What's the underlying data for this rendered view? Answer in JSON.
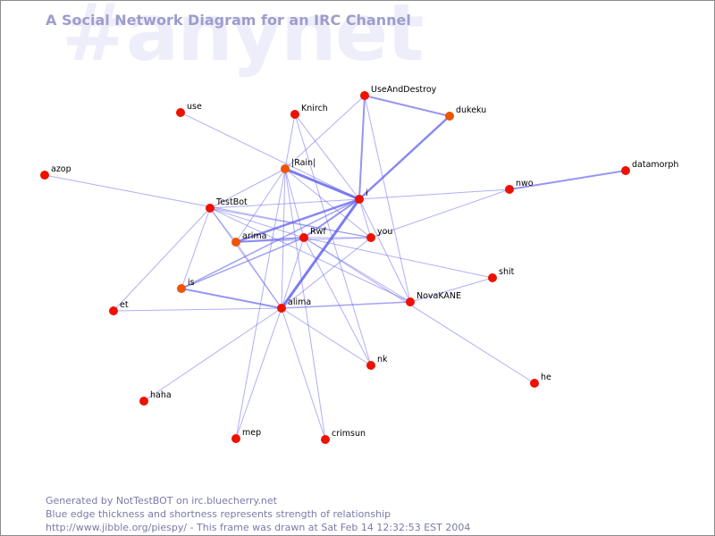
{
  "watermark": "#anynet",
  "title": "A Social Network Diagram for an IRC Channel",
  "footer": {
    "line1": "Generated by NotTestBOT on irc.bluecherry.net",
    "line2": "Blue edge thickness and shortness represents strength of relationship",
    "line3": "http://www.jibble.org/piespy/ - This frame was drawn at Sat Feb 14 12:32:53 EST 2004"
  },
  "colors": {
    "node": "#ee1100",
    "node_alt": "#ee5500",
    "edge": "#6666ee",
    "title": "#9d9dcc",
    "watermark": "#eeeefb"
  },
  "nodes": [
    {
      "id": "UseAndDestroy",
      "label": "UseAndDestroy"
    },
    {
      "id": "dukeku",
      "label": "dukeku",
      "alt": true
    },
    {
      "id": "Knirch",
      "label": "Knirch"
    },
    {
      "id": "use",
      "label": "use"
    },
    {
      "id": "azop",
      "label": "azop"
    },
    {
      "id": "Rain",
      "label": "|Rain|",
      "alt": true
    },
    {
      "id": "datamorph",
      "label": "datamorph"
    },
    {
      "id": "nwo",
      "label": "nwo"
    },
    {
      "id": "TestBot",
      "label": "TestBot"
    },
    {
      "id": "i",
      "label": "i"
    },
    {
      "id": "arima",
      "label": "arima",
      "alt": true
    },
    {
      "id": "Rwf",
      "label": "Rwf"
    },
    {
      "id": "you",
      "label": "you"
    },
    {
      "id": "shit",
      "label": "shit"
    },
    {
      "id": "is",
      "label": "is",
      "alt": true
    },
    {
      "id": "et",
      "label": "et"
    },
    {
      "id": "alima",
      "label": "alima"
    },
    {
      "id": "NovaKANE",
      "label": "NovaKANE"
    },
    {
      "id": "nk",
      "label": "nk"
    },
    {
      "id": "he",
      "label": "he"
    },
    {
      "id": "haha",
      "label": "haha"
    },
    {
      "id": "mep",
      "label": "mep"
    },
    {
      "id": "crimsun",
      "label": "crimsun"
    }
  ],
  "edges": [
    {
      "a": "i",
      "b": "Rain",
      "w": 3
    },
    {
      "a": "i",
      "b": "alima",
      "w": 3
    },
    {
      "a": "i",
      "b": "dukeku",
      "w": 2.5
    },
    {
      "a": "i",
      "b": "UseAndDestroy",
      "w": 2
    },
    {
      "a": "i",
      "b": "arima",
      "w": 2.5
    },
    {
      "a": "i",
      "b": "Rwf",
      "w": 2
    },
    {
      "a": "i",
      "b": "is",
      "w": 1.5
    },
    {
      "a": "i",
      "b": "TestBot",
      "w": 1
    },
    {
      "a": "i",
      "b": "nwo",
      "w": 1
    },
    {
      "a": "i",
      "b": "you",
      "w": 1
    },
    {
      "a": "i",
      "b": "Knirch",
      "w": 1
    },
    {
      "a": "i",
      "b": "use",
      "w": 1
    },
    {
      "a": "i",
      "b": "NovaKANE",
      "w": 1
    },
    {
      "a": "UseAndDestroy",
      "b": "dukeku",
      "w": 2
    },
    {
      "a": "UseAndDestroy",
      "b": "Rain",
      "w": 1
    },
    {
      "a": "UseAndDestroy",
      "b": "NovaKANE",
      "w": 1
    },
    {
      "a": "nwo",
      "b": "datamorph",
      "w": 2
    },
    {
      "a": "nwo",
      "b": "you",
      "w": 1
    },
    {
      "a": "Rain",
      "b": "TestBot",
      "w": 1
    },
    {
      "a": "Rain",
      "b": "arima",
      "w": 1
    },
    {
      "a": "Rain",
      "b": "alima",
      "w": 1
    },
    {
      "a": "Rain",
      "b": "you",
      "w": 1
    },
    {
      "a": "Rain",
      "b": "Rwf",
      "w": 1
    },
    {
      "a": "Rain",
      "b": "mep",
      "w": 1
    },
    {
      "a": "Rain",
      "b": "Knirch",
      "w": 1
    },
    {
      "a": "Rain",
      "b": "crimsun",
      "w": 1
    },
    {
      "a": "azop",
      "b": "you",
      "w": 1
    },
    {
      "a": "TestBot",
      "b": "you",
      "w": 1
    },
    {
      "a": "TestBot",
      "b": "Rwf",
      "w": 1
    },
    {
      "a": "TestBot",
      "b": "is",
      "w": 1
    },
    {
      "a": "TestBot",
      "b": "et",
      "w": 1
    },
    {
      "a": "TestBot",
      "b": "alima",
      "w": 1
    },
    {
      "a": "TestBot",
      "b": "arima",
      "w": 1
    },
    {
      "a": "TestBot",
      "b": "NovaKANE",
      "w": 1
    },
    {
      "a": "arima",
      "b": "Rwf",
      "w": 2
    },
    {
      "a": "arima",
      "b": "you",
      "w": 1
    },
    {
      "a": "arima",
      "b": "alima",
      "w": 1
    },
    {
      "a": "Rwf",
      "b": "you",
      "w": 1
    },
    {
      "a": "Rwf",
      "b": "is",
      "w": 1.5
    },
    {
      "a": "Rwf",
      "b": "alima",
      "w": 1
    },
    {
      "a": "Rwf",
      "b": "nk",
      "w": 1
    },
    {
      "a": "Rwf",
      "b": "NovaKANE",
      "w": 1
    },
    {
      "a": "Rwf",
      "b": "shit",
      "w": 1
    },
    {
      "a": "Rwf",
      "b": "he",
      "w": 1
    },
    {
      "a": "you",
      "b": "alima",
      "w": 1
    },
    {
      "a": "is",
      "b": "alima",
      "w": 2
    },
    {
      "a": "alima",
      "b": "NovaKANE",
      "w": 1.5
    },
    {
      "a": "alima",
      "b": "et",
      "w": 1
    },
    {
      "a": "alima",
      "b": "haha",
      "w": 1
    },
    {
      "a": "alima",
      "b": "mep",
      "w": 1
    },
    {
      "a": "alima",
      "b": "crimsun",
      "w": 1
    },
    {
      "a": "alima",
      "b": "nk",
      "w": 1
    },
    {
      "a": "NovaKANE",
      "b": "shit",
      "w": 1
    },
    {
      "a": "Knirch",
      "b": "nk",
      "w": 1
    }
  ]
}
